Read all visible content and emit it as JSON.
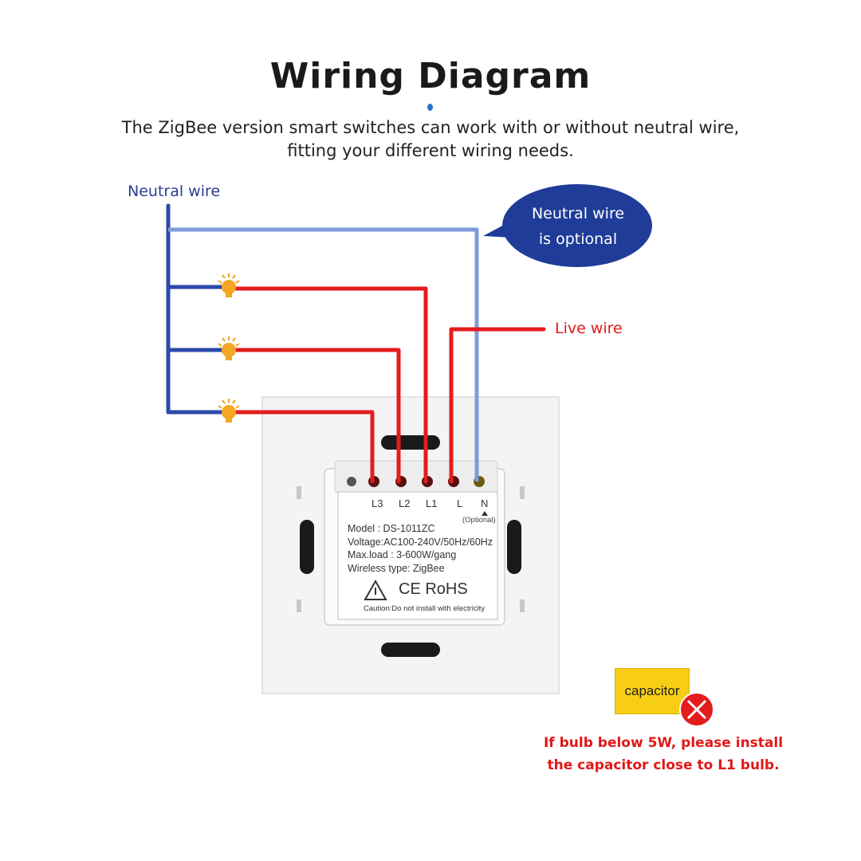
{
  "title": "Wiring Diagram",
  "subtitle": {
    "line1": "The ZigBee version smart switches can work with or without neutral wire,",
    "line2": "fitting your different wiring needs."
  },
  "labels": {
    "neutral_wire": "Neutral wire",
    "live_wire": "Live wire",
    "bubble_line1": "Neutral wire",
    "bubble_line2": "is optional"
  },
  "terminals": {
    "l3": "L3",
    "l2": "L2",
    "l1": "L1",
    "l": "L",
    "n": "N",
    "optional": "(Optional)"
  },
  "spec": {
    "model": "Model : DS-1011ZC",
    "voltage": "Voltage:AC100-240V/50Hz/60Hz",
    "max_load": "Max.load : 3-600W/gang",
    "wireless": "Wireless type: ZigBee",
    "certs": "CE RoHS",
    "caution": "Caution:Do not install with electricity"
  },
  "capacitor": "capacitor",
  "warning": {
    "line1": "If bulb below 5W, please install",
    "line2": "the capacitor close to L1 bulb."
  },
  "colors": {
    "neutral": "#2b4aa8",
    "live": "#e41c1c",
    "bubble": "#1f3c99",
    "capacitor": "#f7ce14"
  },
  "icons": [
    "bulb-icon",
    "warning-triangle-icon",
    "no-entry-x-icon"
  ]
}
